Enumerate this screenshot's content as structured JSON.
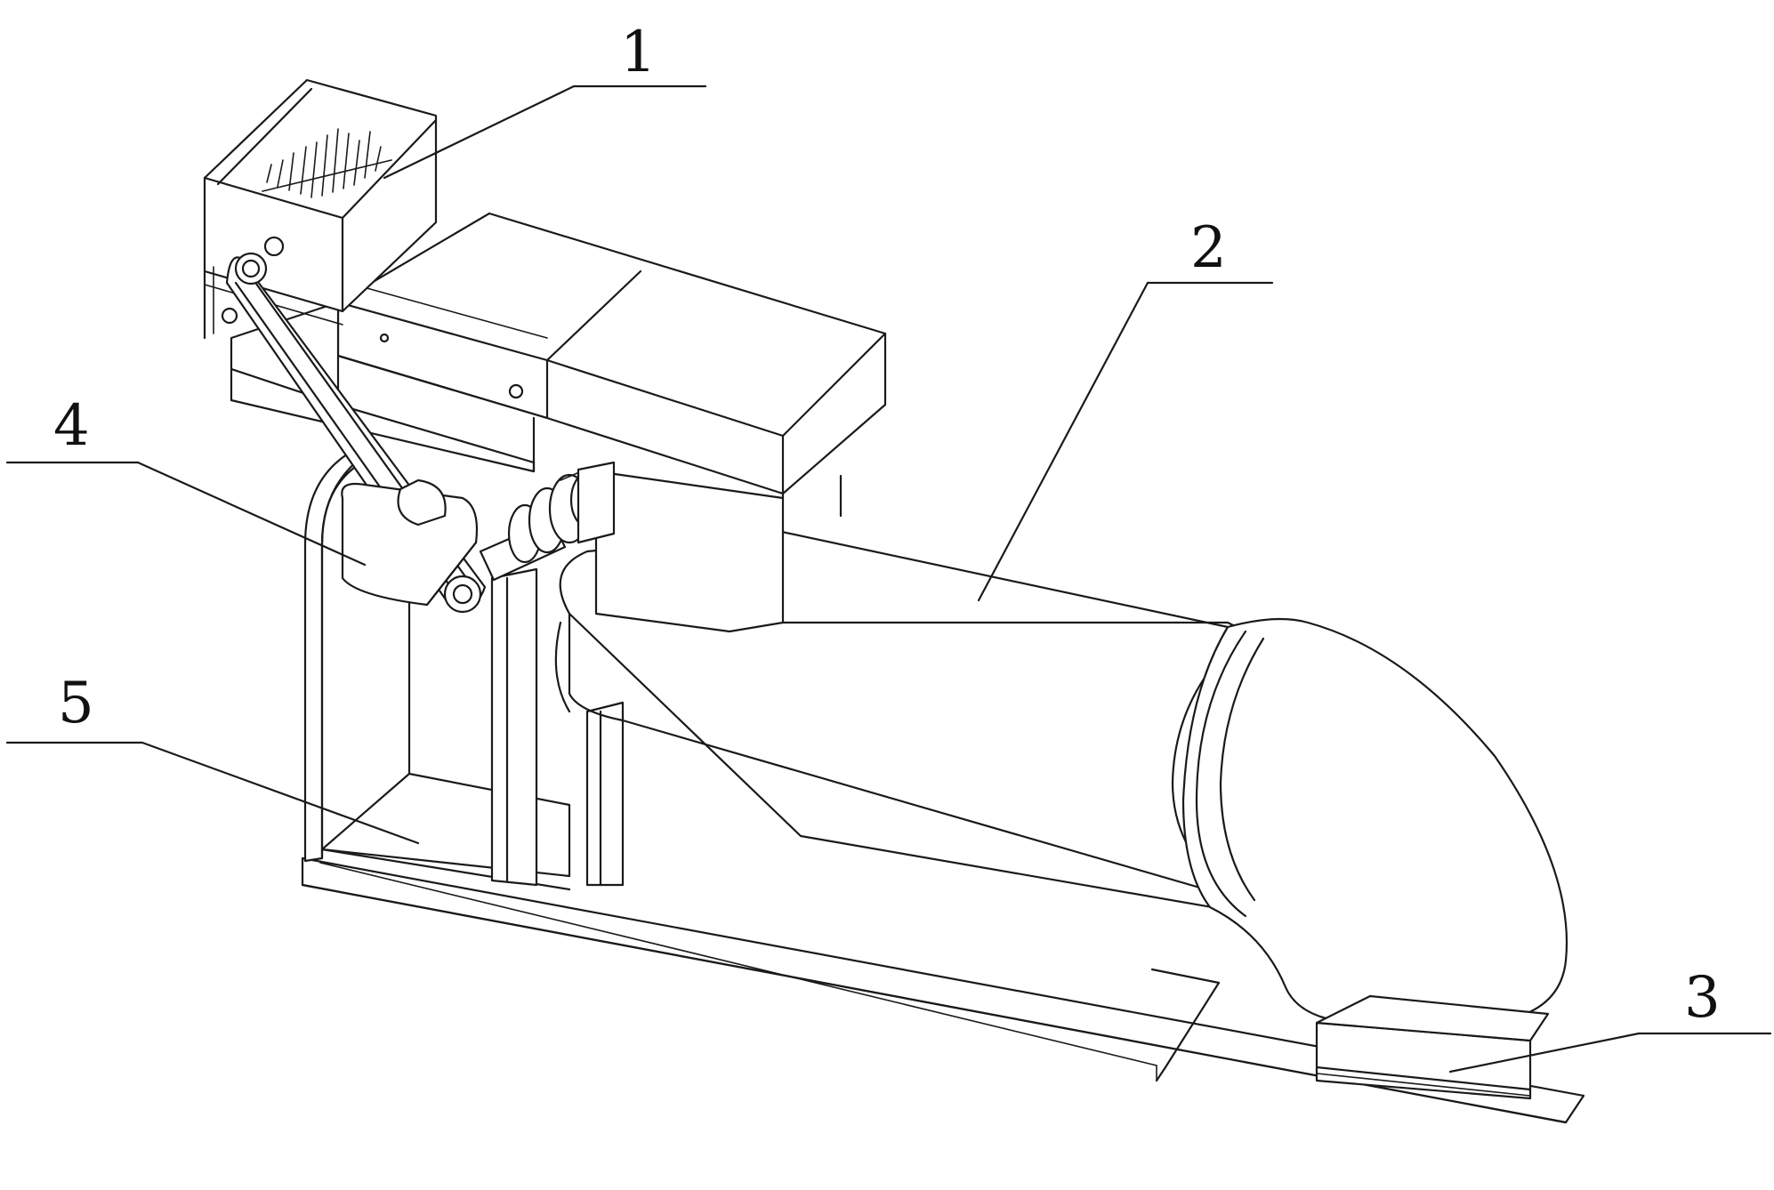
{
  "labels": {
    "part_1": "1",
    "part_2": "2",
    "part_3": "3",
    "part_4": "4",
    "part_5": "5"
  },
  "colors": {
    "ink": "#1a1a1a",
    "background": "#ffffff"
  }
}
